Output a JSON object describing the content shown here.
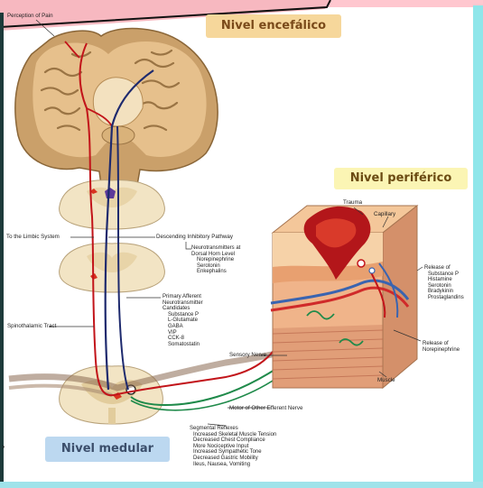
{
  "levels": {
    "encefalico": "Nivel encefálico",
    "periferico": "Nivel periférico",
    "medular": "Nivel medular"
  },
  "labels": {
    "perception": "Perception of Pain",
    "limbic": "To the Limbic System",
    "descending": "Descending Inhibitory Pathway",
    "spinothalamic": "Spinothalamic Tract",
    "trauma": "Trauma",
    "capillary": "Capillary",
    "sensory": "Sensory Nerve",
    "motor": "Motor of Other Efferent Nerve",
    "muscle": "Muscle",
    "release_nore": [
      "Release of",
      "Norepinephrine"
    ]
  },
  "neurotransmitters": [
    "Neurotransmitters at",
    "Dorsal Horn Level",
    "Norepinephrine",
    "Serotonin",
    "Enkephalins"
  ],
  "primary_afferent": [
    "Primary Afferent",
    "Neurotransmitter",
    "Candidates",
    "Substance P",
    "L-Glutamate",
    "GABA",
    "VIP",
    "CCK-8",
    "Somatostatin"
  ],
  "release_sub": [
    "Release of",
    "Substance P",
    "Histamine",
    "Serotonin",
    "Bradykinin",
    "Prostaglandins"
  ],
  "segmental": [
    "Segmental Reflexes",
    "Increased Skeletal Muscle Tension",
    "Decreased Chest Compliance",
    "More Nociceptive Input",
    "Increased Sympathetic Tone",
    "Decreased Gastric Mobility",
    "Ileus, Nausea, Vomiting"
  ],
  "colors": {
    "afferent": "#c2141a",
    "descending": "#1e2a6e",
    "efferent": "#1f8a4a",
    "brain": "#b88a55",
    "cord": "#f2e4c4"
  }
}
